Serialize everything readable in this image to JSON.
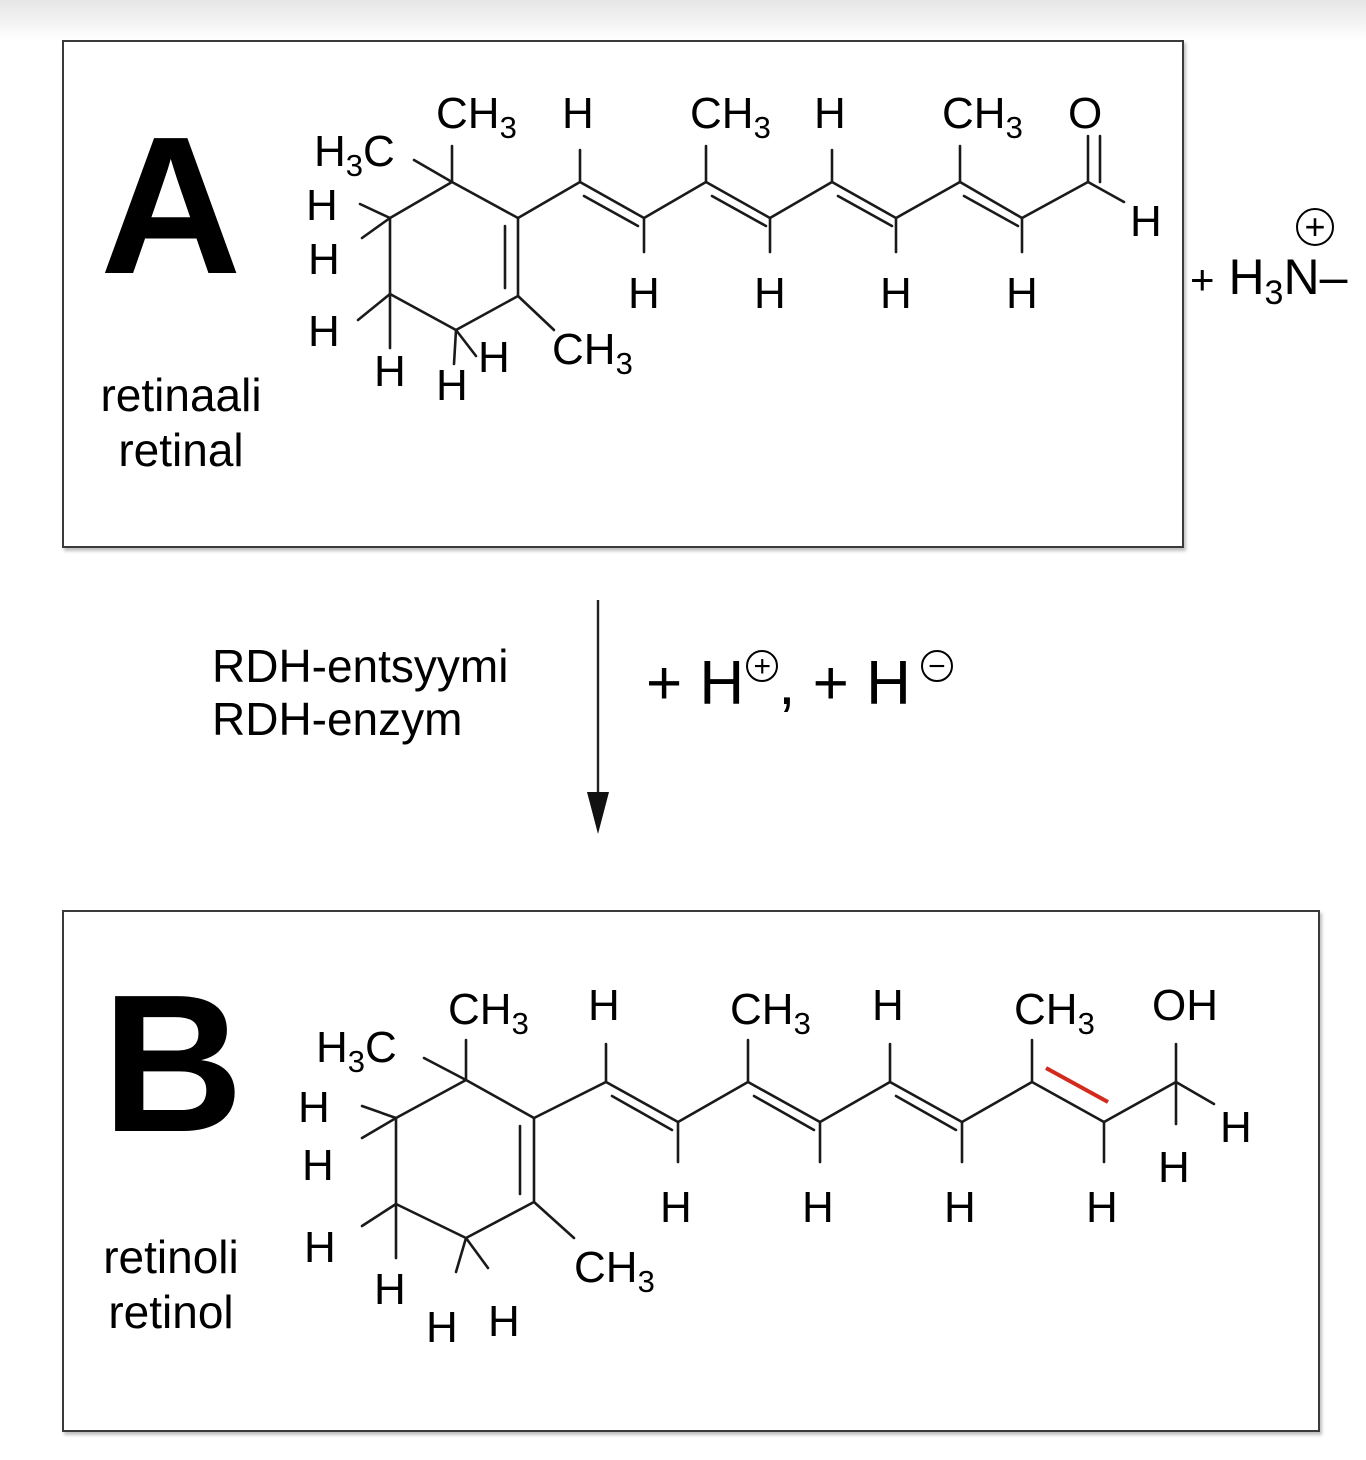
{
  "panel_a": {
    "letter": "A",
    "caption_fi": "retinaali",
    "caption_sv": "retinal",
    "molecule": {
      "methyls": [
        "CH3",
        "CH3",
        "CH3",
        "CH3"
      ],
      "ring_methyl": "H3C",
      "aldehyde_o": "O",
      "h_label": "H"
    }
  },
  "panel_b": {
    "letter": "B",
    "caption_fi": "retinoli",
    "caption_sv": "retinol",
    "molecule": {
      "methyls": [
        "CH3",
        "CH3",
        "CH3",
        "CH3"
      ],
      "ring_methyl": "H3C",
      "hydroxyl": "OH",
      "h_label": "H"
    }
  },
  "reaction": {
    "enzyme_fi": "RDH-entsyymi",
    "enzyme_sv": "RDH-enzym",
    "additions": [
      "+ H",
      ", + H"
    ],
    "charges": [
      "+",
      "−"
    ]
  },
  "side_reactant": {
    "plus": "+",
    "text": "H3N–",
    "charge": "+"
  },
  "colors": {
    "highlight_bond": "#d32a1e",
    "frame": "#3a3a3a"
  }
}
